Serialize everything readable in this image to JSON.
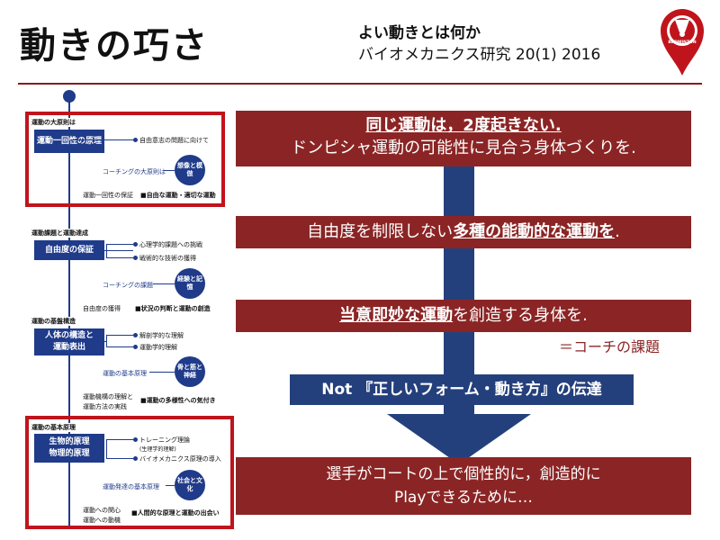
{
  "header": {
    "title": "動きの巧さ",
    "ref_title": "よい動きとは何か",
    "ref_journal": "バイオメカニクス研究 20(1) 2016",
    "logo_text": "BADMINTON"
  },
  "colors": {
    "red": "#8b2525",
    "frame_red": "#c0141c",
    "navy": "#1f3b8a",
    "arrow": "#24407c"
  },
  "left": {
    "s1": {
      "label": "運動の大原則は",
      "box": "運動一回性の原理",
      "item": "自由意志の問題に向けて",
      "coaching": "コーチングの大原則は",
      "circle": "想像と模倣",
      "bottom_left": "運動一回性の保証",
      "bottom_right": "■自由な運動・適切な運動"
    },
    "s2": {
      "label": "運動課題と運動達成",
      "box": "自由度の保証",
      "item1": "心理学的課題への挑戦",
      "item2": "戦術的な技術の獲得",
      "coaching": "コーチングの課題",
      "circle": "経験と記憶",
      "bottom_left": "自由度の獲得",
      "bottom_right": "■状況の判断と運動の創造"
    },
    "s3": {
      "label": "運動の基盤構造",
      "box1": "人体の構造と",
      "box2": "運動表出",
      "item1": "解剖学的な理解",
      "item2": "運動学的理解",
      "basic": "運動の基本原理",
      "circle1": "骨と筋と",
      "circle2": "神経",
      "bottom_left1": "運動機構の理解と",
      "bottom_left2": "運動方法の実践",
      "bottom_right": "■運動の多様性への気付き"
    },
    "s4": {
      "label": "運動の基本原理",
      "box1": "生物的原理",
      "box2": "物理的原理",
      "item1": "トレーニング理論",
      "item1_sub": "(生理学的理解)",
      "item2": "バイオメカニクス原理の導入",
      "basic": "運動発達の基本原理",
      "circle": "社会と文化",
      "bottom_left1": "運動への関心",
      "bottom_left2": "運動への動機",
      "bottom_right": "■人間的な原理と運動の出会い"
    }
  },
  "right": {
    "bar1_line1": "同じ運動は，2度起きない.",
    "bar1_line2": "ドンピシャ運動の可能性に見合う身体づくりを.",
    "bar2_pre": "自由度を制限しない",
    "bar2_em": "多種の能動的な運動を",
    "bar2_post": ".",
    "bar3_em": "当意即妙な運動",
    "bar3_post": "を創造する身体を.",
    "coach_task": "＝コーチの課題",
    "not_text": "Not 『正しいフォーム・動き方』の伝達",
    "bar4_line1": "選手がコートの上で個性的に，創造的に",
    "bar4_line2": "Playできるために…"
  }
}
